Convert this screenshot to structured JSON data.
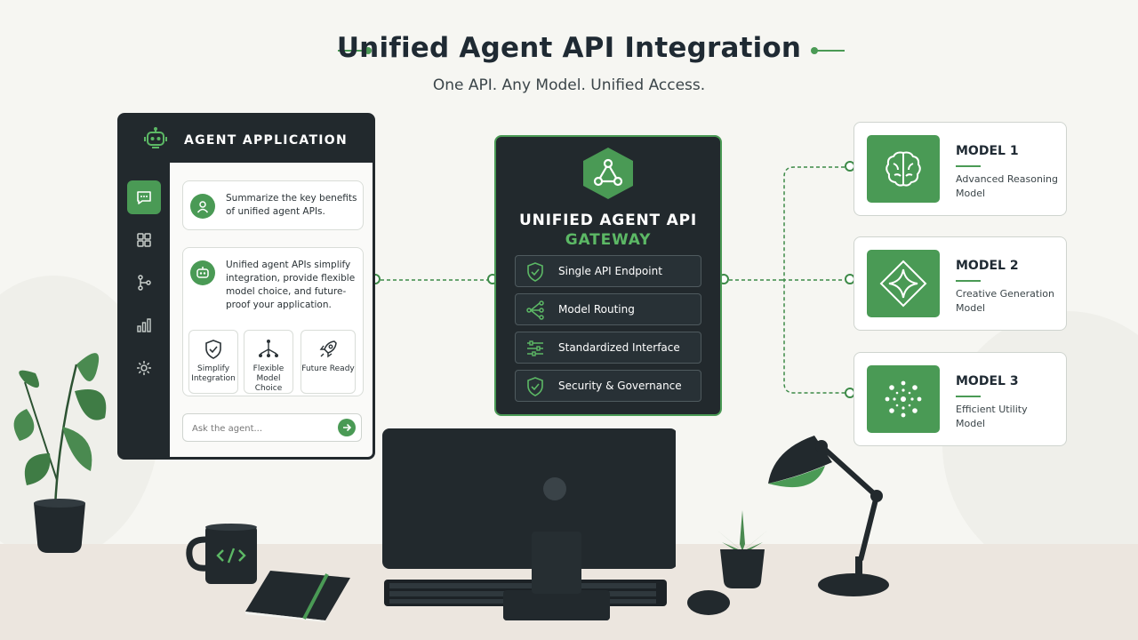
{
  "header": {
    "title": "Unified Agent API Integration",
    "subtitle": "One API. Any Model. Unified Access."
  },
  "agent_app": {
    "title": "AGENT APPLICATION",
    "sidebar_icons": [
      "chat-icon",
      "grid-icon",
      "flow-icon",
      "bar-chart-icon",
      "gear-icon"
    ],
    "user_message": "Summarize the key benefits of unified agent APIs.",
    "agent_reply": "Unified agent APIs simplify integration, provide flexible model choice, and future-proof your application.",
    "benefit_cards": [
      {
        "icon": "shield-check-icon",
        "label": "Simplify Integration"
      },
      {
        "icon": "branch-icon",
        "label": "Flexible Model Choice"
      },
      {
        "icon": "rocket-icon",
        "label": "Future Ready"
      }
    ],
    "input_placeholder": "Ask the agent..."
  },
  "gateway": {
    "title_line1": "UNIFIED AGENT API",
    "title_line2": "GATEWAY",
    "features": [
      {
        "icon": "shield-check-icon",
        "label": "Single API Endpoint"
      },
      {
        "icon": "routing-icon",
        "label": "Model Routing"
      },
      {
        "icon": "sliders-icon",
        "label": "Standardized Interface"
      },
      {
        "icon": "shield-check-icon",
        "label": "Security & Governance"
      }
    ]
  },
  "models": [
    {
      "icon": "brain-icon",
      "name": "MODEL 1",
      "description": "Advanced Reasoning Model"
    },
    {
      "icon": "sparkle-diamond-icon",
      "name": "MODEL 2",
      "description": "Creative Generation Model"
    },
    {
      "icon": "dot-burst-icon",
      "name": "MODEL 3",
      "description": "Efficient Utility Model"
    }
  ],
  "colors": {
    "accent": "#4a9a55",
    "dark": "#22292d",
    "background": "#f6f6f2"
  }
}
